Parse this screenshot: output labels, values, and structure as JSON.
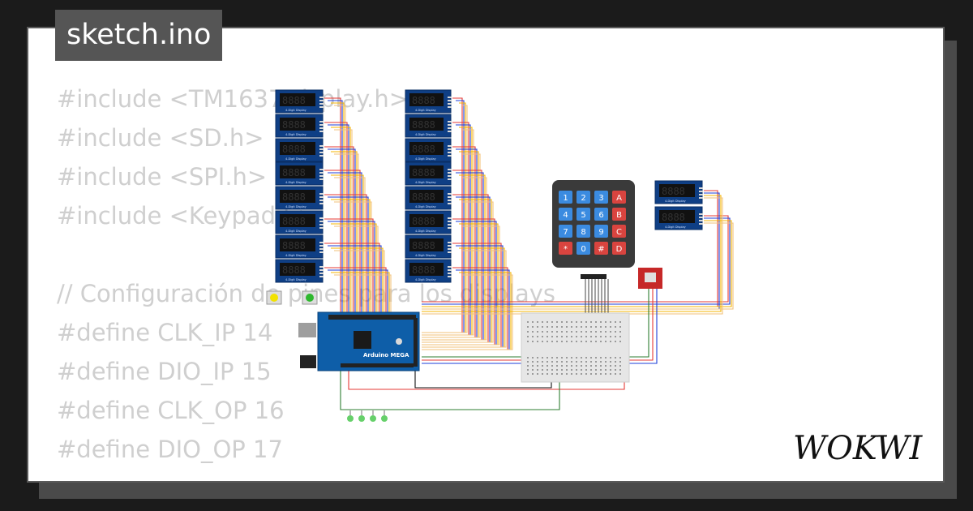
{
  "file_tab": {
    "label": "sketch.ino"
  },
  "code": {
    "lines": [
      "#include <TM1637Display.h>",
      "#include <SD.h>",
      "#include <SPI.h>",
      "#include <Keypad.h>",
      "",
      "// Configuración de pines para los displays",
      "#define CLK_IP 14",
      "#define DIO_IP 15",
      "#define CLK_OP 16",
      "#define DIO_OP 17"
    ]
  },
  "circuit": {
    "display_label": "4-Digit Display",
    "display_digits": "8888",
    "board_label": "Arduino MEGA",
    "keypad_keys": [
      "1",
      "2",
      "3",
      "A",
      "4",
      "5",
      "6",
      "B",
      "7",
      "8",
      "9",
      "C",
      "*",
      "0",
      "#",
      "D"
    ]
  },
  "brand": {
    "name": "WOKWI"
  },
  "colors": {
    "page_bg": "#1b1b1b",
    "card_bg": "#ffffff",
    "tab_bg": "#555555",
    "code_text": "#cfcfcf",
    "board_blue": "#0e5ea8",
    "display_bg": "#0f3f85",
    "keypad_blue": "#3b8be0",
    "keypad_red": "#d9443f"
  }
}
